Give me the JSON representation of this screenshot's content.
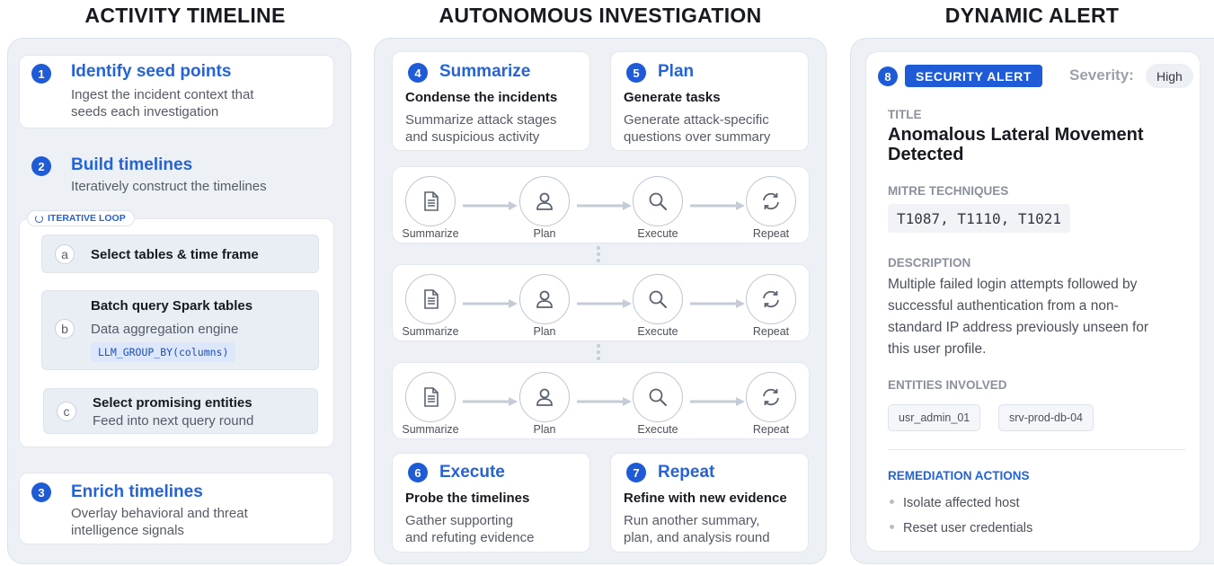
{
  "columns": {
    "timeline_title": "ACTIVITY TIMELINE",
    "investigation_title": "AUTONOMOUS INVESTIGATION",
    "alert_title": "DYNAMIC ALERT"
  },
  "timeline": {
    "steps": [
      {
        "num": "1",
        "title": "Identify seed points",
        "desc": [
          "Ingest the incident context that",
          "seeds each investigation"
        ]
      },
      {
        "num": "2",
        "title": "Build timelines",
        "desc": [
          "Iteratively construct the timelines"
        ]
      },
      {
        "num": "3",
        "title": "Enrich timelines",
        "desc": [
          "Overlay behavioral and threat",
          "intelligence signals"
        ]
      }
    ],
    "loop_label": "ITERATIVE LOOP",
    "substeps": [
      {
        "letter": "a",
        "title": "Select tables & time frame"
      },
      {
        "letter": "b",
        "title": "Batch query Spark tables",
        "desc": "Data aggregation engine",
        "code": "LLM_GROUP_BY(columns)"
      },
      {
        "letter": "c",
        "title": "Select promising entities",
        "desc": "Feed into next query round"
      }
    ]
  },
  "investigation": {
    "cards": [
      {
        "num": "4",
        "title": "Summarize",
        "head": "Condense the incidents",
        "desc": [
          "Summarize attack stages",
          "and suspicious activity"
        ]
      },
      {
        "num": "5",
        "title": "Plan",
        "head": "Generate tasks",
        "desc": [
          "Generate attack-specific",
          "questions over summary"
        ]
      },
      {
        "num": "6",
        "title": "Execute",
        "head": "Probe the timelines",
        "desc": [
          "Gather supporting",
          "and refuting evidence"
        ]
      },
      {
        "num": "7",
        "title": "Repeat",
        "head": "Refine with new evidence",
        "desc": [
          "Run another summary,",
          "plan, and analysis round"
        ]
      }
    ],
    "flow_labels": [
      "Summarize",
      "Plan",
      "Execute",
      "Repeat"
    ],
    "flow_icons": [
      "document-icon",
      "user-icon",
      "search-icon",
      "refresh-icon"
    ]
  },
  "alert": {
    "num": "8",
    "badge": "SECURITY ALERT",
    "severity_label": "Severity:",
    "severity_value": "High",
    "title_label": "TITLE",
    "title": [
      "Anomalous Lateral Movement",
      "Detected"
    ],
    "mitre_label": "MITRE TECHNIQUES",
    "mitre_value": "T1087, T1110, T1021",
    "description_label": "DESCRIPTION",
    "description": [
      "Multiple failed login attempts followed by",
      "successful authentication from a non-",
      "standard IP address previously unseen for",
      "this user profile."
    ],
    "entities_label": "ENTITIES INVOLVED",
    "entities": [
      "usr_admin_01",
      "srv-prod-db-04"
    ],
    "remediation_label": "REMEDIATION ACTIONS",
    "remediation": [
      "Isolate affected host",
      "Reset user credentials"
    ]
  },
  "colors": {
    "accent": "#1f5bd6",
    "link_title": "#2463d8",
    "panel": "#edf1f6"
  }
}
